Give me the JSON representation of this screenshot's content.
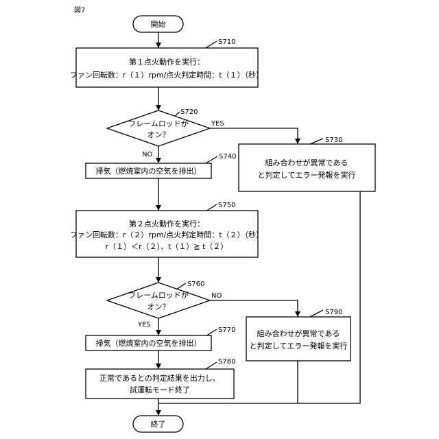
{
  "figure_label": "図7",
  "start": "開始",
  "end": "終了",
  "steps": {
    "s710": {
      "id": "S710",
      "line1": "第１点火動作を実行：",
      "line2": "ファン回転数：r（１）rpm/点火判定時間：t（１）（秒）"
    },
    "s720": {
      "id": "S720",
      "line1": "フレームロッドが",
      "line2": "オン？",
      "yes": "YES",
      "no": "NO"
    },
    "s730": {
      "id": "S730",
      "line1": "組み合わせが異常である",
      "line2": "と判定してエラー発報を実行"
    },
    "s740": {
      "id": "S740",
      "line1": "掃気（燃焼室内の空気を排出）"
    },
    "s750": {
      "id": "S750",
      "line1": "第２点火動作を実行：",
      "line2": "ファン回転数：r（２）rpm/点火判定時間：t（２）（秒）",
      "line3": "r（１）＜r（２）、t（１）≧ t（２）"
    },
    "s760": {
      "id": "S760",
      "line1": "フレームロッドが",
      "line2": "オン？",
      "yes": "YES",
      "no": "NO"
    },
    "s770": {
      "id": "S770",
      "line1": "掃気（燃焼室内の空気を排出）"
    },
    "s780": {
      "id": "S780",
      "line1": "正常であるとの判定結果を出力し、",
      "line2": "試運転モード終了"
    },
    "s790": {
      "id": "S790",
      "line1": "組み合わせが異常である",
      "line2": "と判定してエラー発報を実行"
    }
  }
}
